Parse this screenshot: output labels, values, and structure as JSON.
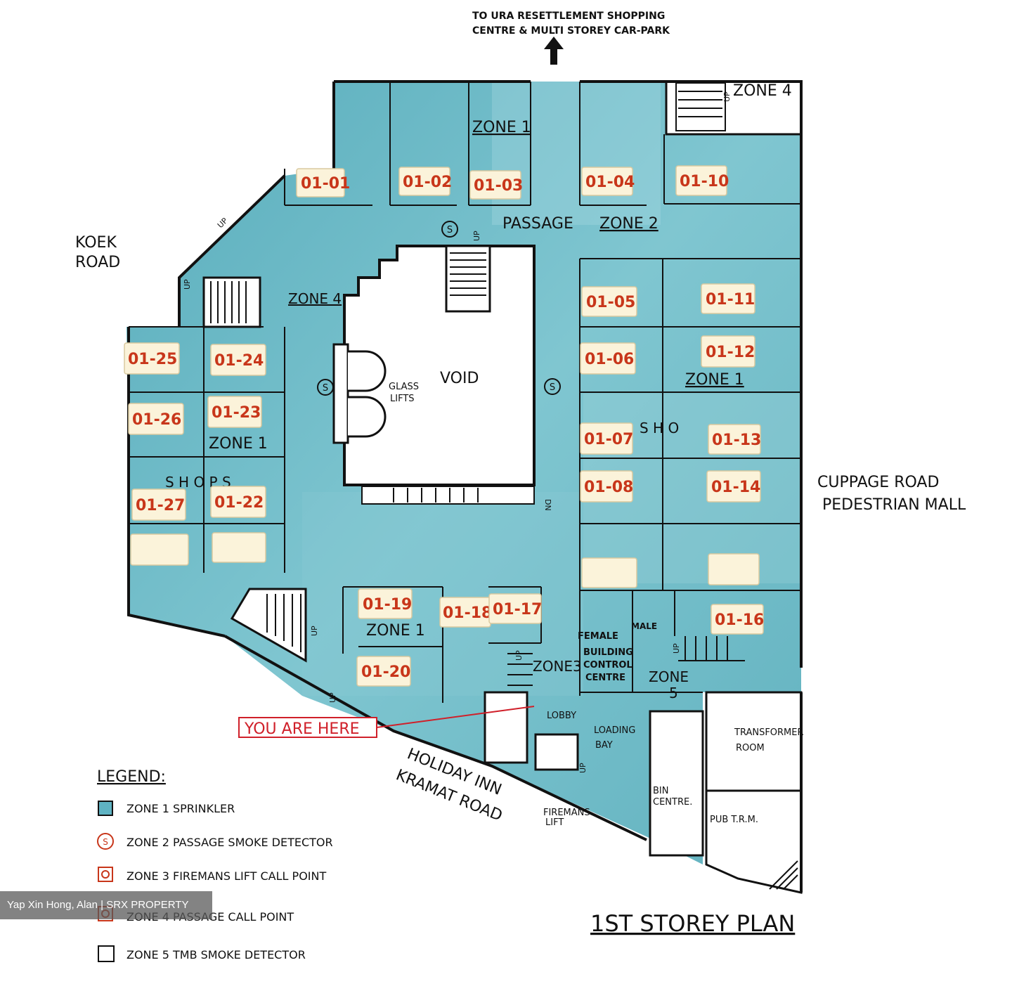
{
  "colors": {
    "sprinkler_zone": "#5fb3c3",
    "sprinkler_light": "#a9dbe1",
    "wall": "#111111",
    "unit_text": "#c8361a",
    "you_are_here": "#d0202a"
  },
  "heading": {
    "top_direction_line1": "TO URA RESETTLEMENT SHOPPING",
    "top_direction_line2": "CENTRE & MULTI STOREY CAR-PARK",
    "plan_title": "1ST STOREY PLAN"
  },
  "roads": {
    "koek_line1": "KOEK",
    "koek_line2": "ROAD",
    "cuppage_line1": "CUPPAGE  ROAD",
    "cuppage_line2": "PEDESTRIAN MALL",
    "holiday": "HOLIDAY  INN",
    "kramat": "KRAMAT  ROAD"
  },
  "labels": {
    "passage": "PASSAGE",
    "void": "VOID",
    "glass_lifts_1": "GLASS",
    "glass_lifts_2": "LIFTS",
    "shops_left": "S H O P S",
    "shops_right": "S H O",
    "female": "FEMALE",
    "male": "MALE",
    "bcc1": "BUILDING",
    "bcc2": "CONTROL",
    "bcc3": "CENTRE",
    "lobby": "LOBBY",
    "loading1": "LOADING",
    "loading2": "BAY",
    "firemans1": "FIREMANS",
    "firemans2": "LIFT",
    "bin1": "BIN",
    "bin2": "CENTRE.",
    "transformer1": "TRANSFORMER",
    "transformer2": "ROOM",
    "pub": "PUB T.R.M.",
    "you_are_here": "YOU  ARE  HERE",
    "up": "UP",
    "dn": "DN",
    "s": "S"
  },
  "zones": {
    "zone1": "ZONE 1",
    "zone2": "ZONE 2",
    "zone3": "ZONE3",
    "zone4": "ZONE 4",
    "zone5": "ZONE",
    "zone5_num": "5"
  },
  "units": {
    "u01": "01-01",
    "u02": "01-02",
    "u03": "01-03",
    "u04": "01-04",
    "u10": "01-10",
    "u05": "01-05",
    "u11": "01-11",
    "u06": "01-06",
    "u12": "01-12",
    "u07": "01-07",
    "u13": "01-13",
    "u08": "01-08",
    "u14": "01-14",
    "u25": "01-25",
    "u24": "01-24",
    "u26": "01-26",
    "u23": "01-23",
    "u27": "01-27",
    "u22": "01-22",
    "u19": "01-19",
    "u18": "01-18",
    "u17": "01-17",
    "u16": "01-16",
    "u20": "01-20"
  },
  "legend": {
    "title": "LEGEND:",
    "items": [
      "ZONE 1   SPRINKLER",
      "ZONE 2   PASSAGE  SMOKE  DETECTOR",
      "ZONE 3   FIREMANS  LIFT  CALL  POINT",
      "ZONE 4   PASSAGE   CALL   POINT",
      "ZONE 5   TMB   SMOKE  DETECTOR"
    ]
  },
  "watermark": "Yap Xin Hong, Alan | SRX PROPERTY"
}
